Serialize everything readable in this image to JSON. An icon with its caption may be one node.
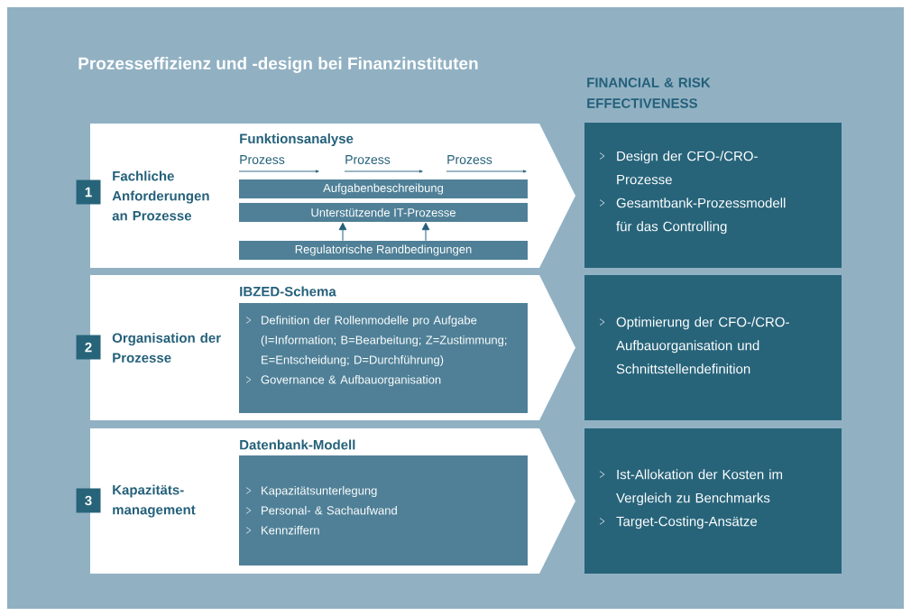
{
  "diagram": {
    "title": "Prozesseffizienz und -design bei Finanzinstituten",
    "nodes": [
      {
        "text": [
          "1"
        ]
      },
      {
        "text": [
          "Fachliche Anforderungen an Prozesse",
          "Funktionsanalyse"
        ]
      },
      {
        "text": [
          "Aufgabenbeschreibung"
        ],
        "in": 1
      },
      {
        "text": [
          "Unterstützende IT-Prozesse"
        ],
        "in": 1
      },
      {
        "text": [
          "Regulatorische Randbedingungen"
        ],
        "in": 1
      },
      {
        "text": [
          "2"
        ]
      },
      {
        "text": [
          "Organisation der Prozesse",
          "IBZED-Schema"
        ]
      },
      {
        "text": [
          "Definition der Rollenmodelle pro Aufgabe (I=Information; B=Bearbeitung; Z=Zustimmung; E=Entscheidung; D=Durchführung)",
          "Governance & Aufbauorganisation"
        ],
        "in": 6
      },
      {
        "text": [
          "3"
        ]
      },
      {
        "text": [
          "Kapazitäts- management",
          "Datenbank-Modell"
        ]
      },
      {
        "text": [
          "Kapazitätsunterlegung",
          "Personal- & Sachaufwand",
          "Kennziffern"
        ],
        "in": 9
      },
      {
        "text": [
          "Design der CFO-/CRO- Prozesse",
          "Gesamtbank-Prozessmodell für das Controlling"
        ]
      },
      {
        "text": [
          "Optimierung der CFO-/CRO- Aufbauorganisation und Schnittstellendefinition"
        ]
      },
      {
        "text": [
          "Ist-Allokation der Kosten im Vergleich zu Benchmarks",
          "Target-Costing-Ansätze"
        ]
      }
    ],
    "edges": [
      {
        "from": 4,
        "to": 3,
        "arrow": "to"
      },
      {
        "from": 4,
        "to": 3,
        "arrow": "to"
      }
    ],
    "labels": [
      "FINANCIAL & RISK EFFECTIVENESS",
      "Prozess",
      "Prozess",
      "Prozess"
    ]
  }
}
